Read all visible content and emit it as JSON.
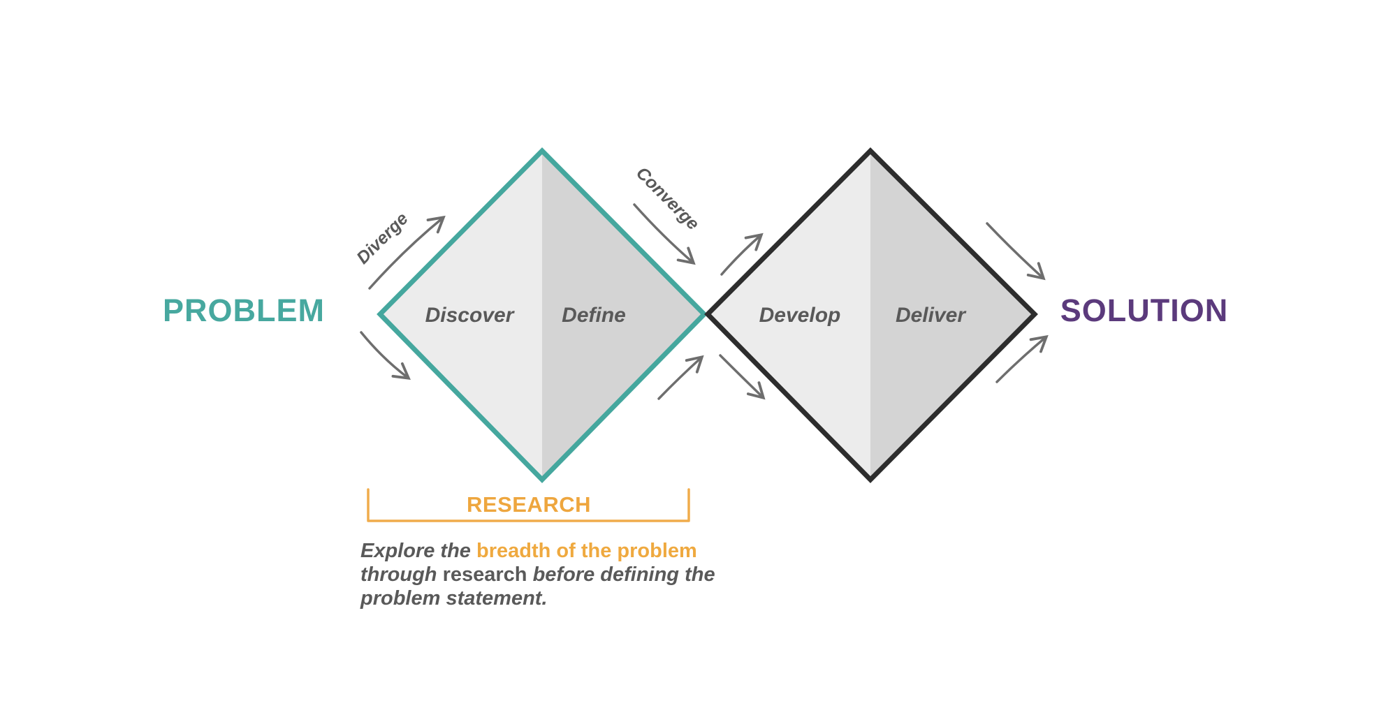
{
  "title": "Double Diamond design process diagram",
  "endpoints": {
    "problem": {
      "label": "PROBLEM",
      "color": "#47a89f"
    },
    "solution": {
      "label": "SOLUTION",
      "color": "#5b3a7c"
    }
  },
  "diamonds": [
    {
      "name": "problem-diamond",
      "outline_color": "#45a79e",
      "phases": [
        {
          "label": "Discover",
          "fill": "#ececec"
        },
        {
          "label": "Define",
          "fill": "#d4d4d4"
        }
      ],
      "edge_labels": {
        "diverge": "Diverge",
        "converge": "Converge"
      }
    },
    {
      "name": "solution-diamond",
      "outline_color": "#2d2d2d",
      "phases": [
        {
          "label": "Develop",
          "fill": "#ececec"
        },
        {
          "label": "Deliver",
          "fill": "#d4d4d4"
        }
      ]
    }
  ],
  "research": {
    "label": "RESEARCH",
    "color": "#eea63e",
    "bracket_color": "#f0ac4b"
  },
  "caption": {
    "lines": [
      [
        {
          "text": "Explore the ",
          "style": "italic"
        },
        {
          "text": "breadth of the problem",
          "style": "orange"
        }
      ],
      [
        {
          "text": "through ",
          "style": "italic"
        },
        {
          "text": "research",
          "style": "bold"
        },
        {
          "text": " before defining the",
          "style": "italic"
        }
      ],
      [
        {
          "text": "problem statement.",
          "style": "italic"
        }
      ]
    ],
    "text_color": "#595959",
    "highlight_color": "#efa93f"
  },
  "arrows": [
    {
      "name": "diverge-arrow",
      "direction": "up-right"
    },
    {
      "name": "problem-lower-arrow",
      "direction": "down-right"
    },
    {
      "name": "converge-arrow",
      "direction": "down-right"
    },
    {
      "name": "mid-top-arrow",
      "direction": "up-right"
    },
    {
      "name": "mid-bottom-left-arrow",
      "direction": "up-right"
    },
    {
      "name": "mid-bottom-right-arrow",
      "direction": "down-right"
    },
    {
      "name": "solution-upper-arrow",
      "direction": "down-right"
    },
    {
      "name": "solution-lower-arrow",
      "direction": "up-right"
    }
  ],
  "colors": {
    "background": "#ffffff",
    "fill_light": "#ececec",
    "fill_dark": "#d4d4d4",
    "arrow_gray": "#6e6e6e",
    "label_gray": "#595959"
  }
}
